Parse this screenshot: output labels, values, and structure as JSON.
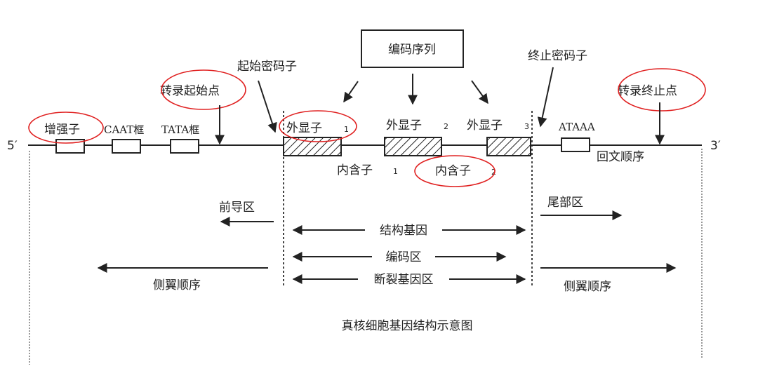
{
  "strand": {
    "five": "5′",
    "three": "3′"
  },
  "labels": {
    "enhancer": "增强子",
    "caat": "CAAT框",
    "tata": "TATA框",
    "tss": "转录起始点",
    "start_codon": "起始密码子",
    "coding_seq": "编码序列",
    "stop_codon": "终止密码子",
    "tts": "转录终止点",
    "ataaa": "ATAAA",
    "palindrome": "回文顺序",
    "exon": "外显子",
    "intron": "内含子",
    "leader": "前导区",
    "trailer": "尾部区",
    "structural_gene": "结构基因",
    "coding_region": "编码区",
    "split_gene": "断裂基因区",
    "flanking_left": "侧翼顺序",
    "flanking_right": "侧翼顺序",
    "caption": "真核细胞基因结构示意图"
  },
  "subscripts": {
    "e1": "1",
    "e2": "2",
    "e3": "3",
    "i1": "1",
    "i2": "2"
  },
  "colors": {
    "highlight": "#e02020",
    "line": "#222222"
  }
}
